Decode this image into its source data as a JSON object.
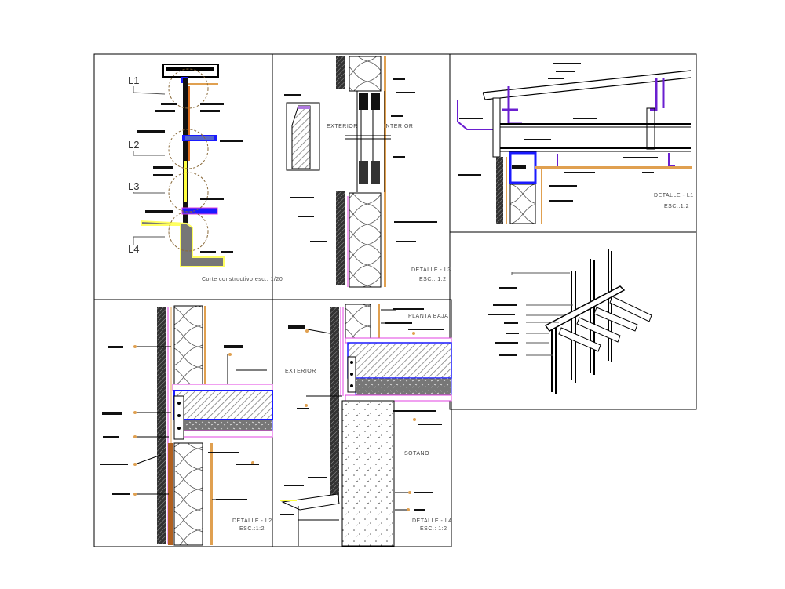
{
  "sheet": {
    "level_markers": [
      "L1",
      "L2",
      "L3",
      "L4"
    ],
    "section_title": "Corte constructivo esc.: 1/20"
  },
  "detail_l3": {
    "exterior": "EXTERIOR",
    "interior": "INTERIOR",
    "title": "DETALLE - L3",
    "scale": "ESC.: 1:2"
  },
  "detail_l1": {
    "title": "DETALLE - L1",
    "scale": "ESC.:1:2"
  },
  "detail_l2": {
    "title": "DETALLE - L2",
    "scale": "ESC.:1:2"
  },
  "detail_l4": {
    "floor": "PLANTA BAJA",
    "exterior": "EXTERIOR",
    "basement": "SOTANO",
    "title": "DETALLE - L4",
    "scale": "ESC.: 1:2"
  },
  "colors": {
    "blue": "#1a1aff",
    "purple": "#6a1fd0",
    "pink": "#e040e0",
    "orange": "#e0a050",
    "brown": "#b06020",
    "yellow": "#ffff40",
    "grey": "#808080"
  }
}
